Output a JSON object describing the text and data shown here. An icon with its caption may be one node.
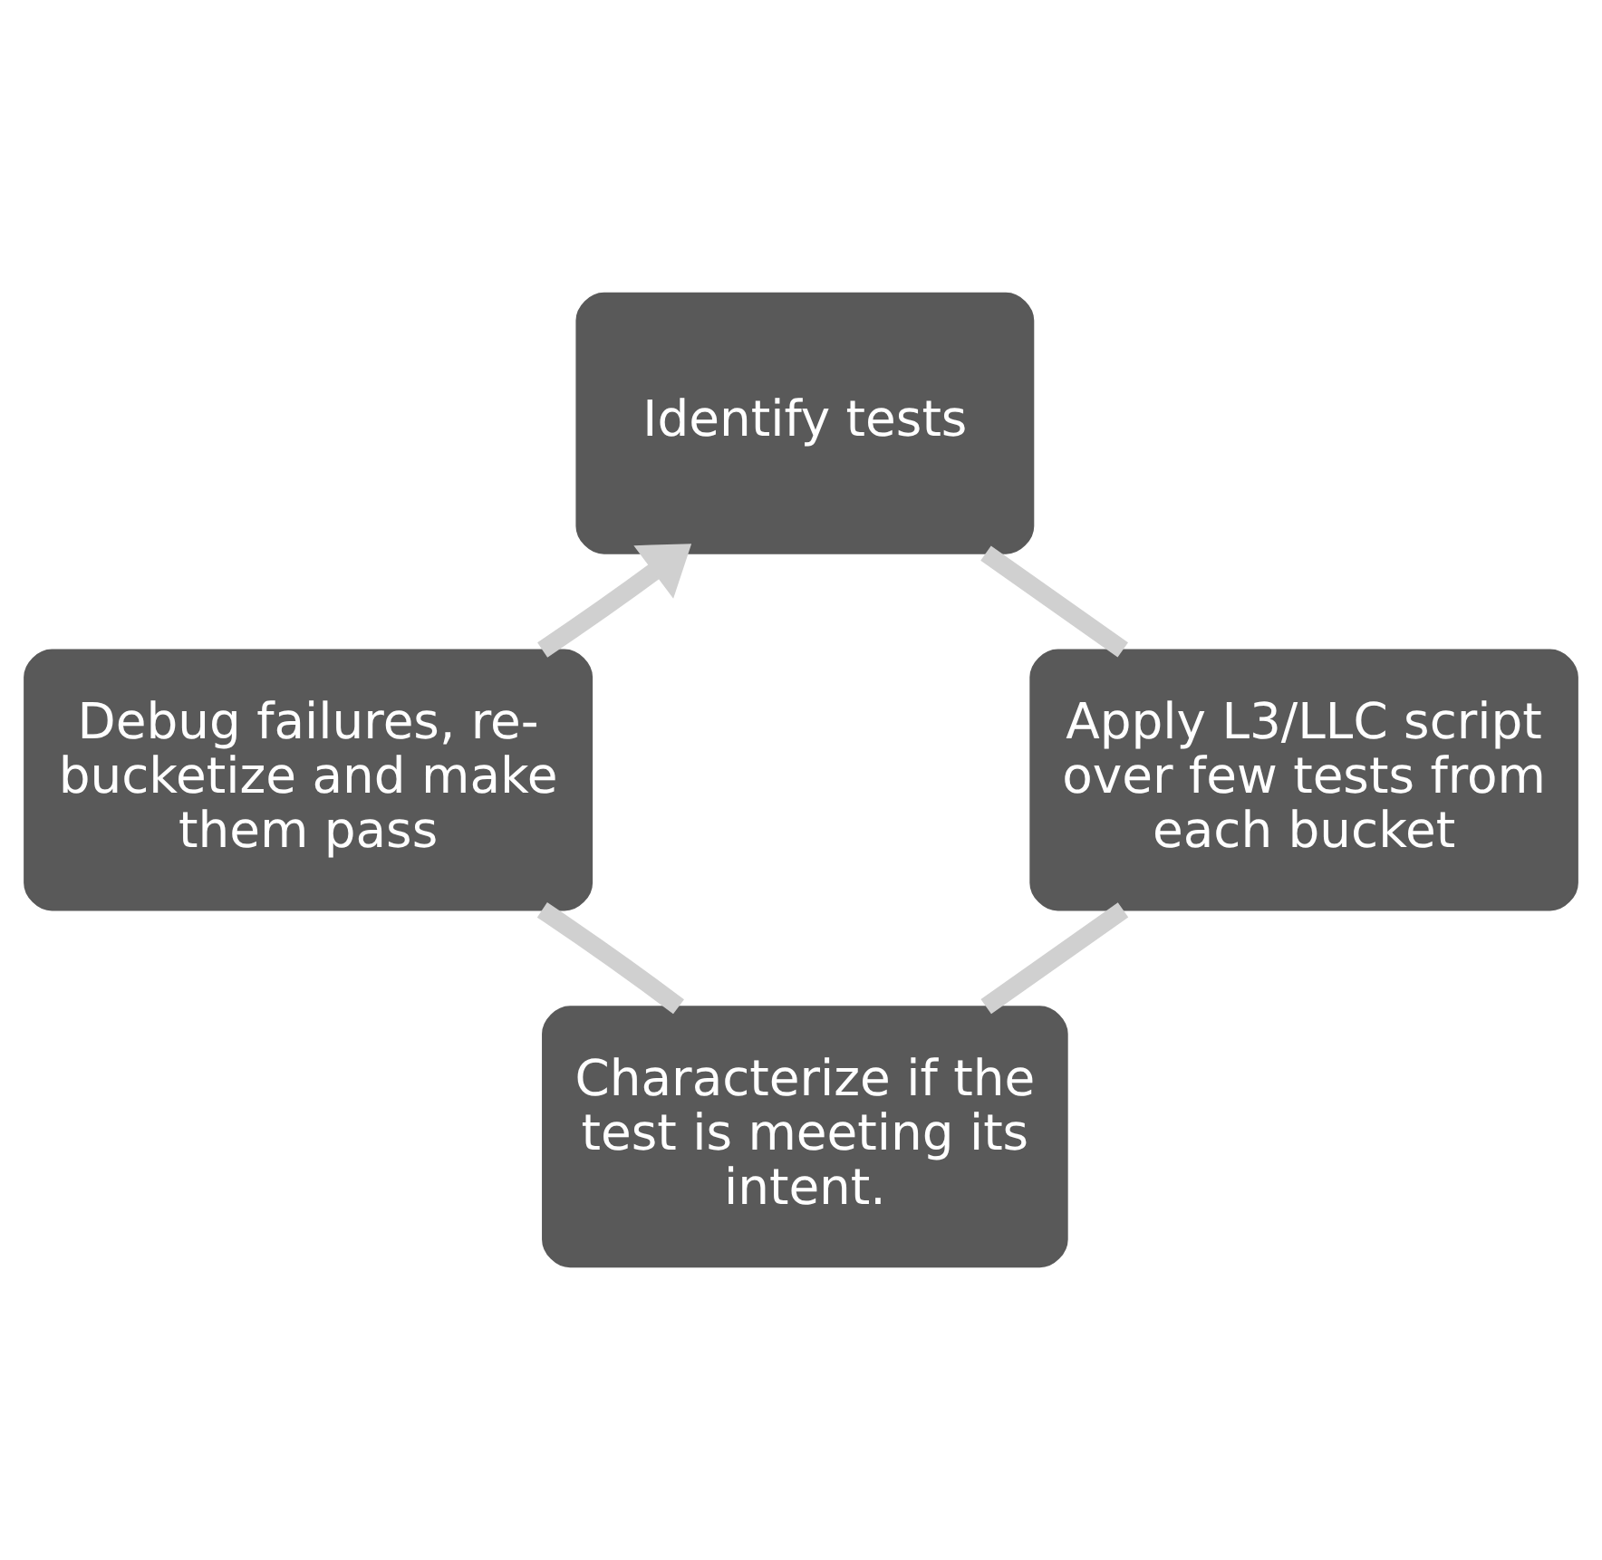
{
  "diagram": {
    "nodes": [
      {
        "text": [
          "Identify tests"
        ]
      },
      {
        "text": [
          "Apply L3/LLC script over few tests from each bucket"
        ]
      },
      {
        "text": [
          "Characterize if the test is meeting its intent."
        ]
      },
      {
        "text": [
          "Debug failures, re-bucketize and make them pass"
        ]
      }
    ],
    "edges": [
      {
        "from": 0,
        "to": 1,
        "arrow": "none"
      },
      {
        "from": 1,
        "to": 2,
        "arrow": "none"
      },
      {
        "from": 2,
        "to": 3,
        "arrow": "none"
      },
      {
        "from": 3,
        "to": 0,
        "arrow": "to"
      }
    ]
  }
}
